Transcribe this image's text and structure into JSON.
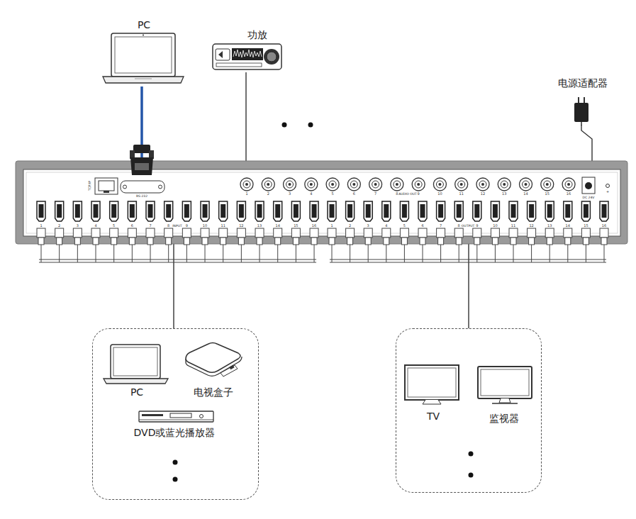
{
  "diagram": {
    "nodes": [
      {
        "text": [
          "PC"
        ]
      },
      {
        "text": [
          "功放"
        ]
      },
      {
        "text": [
          "电源适配器"
        ]
      },
      {
        "text": [
          "TCP/IP",
          "RS-232",
          "AUDIO OUT",
          "INPUT",
          "OUTPUT",
          "DC 24V"
        ]
      },
      {
        "text": []
      },
      {
        "text": [
          "PC"
        ],
        "in": 4
      },
      {
        "text": [
          "电视盒子"
        ],
        "in": 4
      },
      {
        "text": [
          "DVD或蓝光播放器"
        ],
        "in": 4
      },
      {
        "text": []
      },
      {
        "text": [
          "TV"
        ],
        "in": 8
      },
      {
        "text": [
          "监视器"
        ],
        "in": 8
      }
    ],
    "edges": [
      {
        "from": 0,
        "to": 3,
        "arrow": "none"
      },
      {
        "from": 1,
        "to": 3,
        "arrow": "none"
      },
      {
        "from": 2,
        "to": 3,
        "arrow": "none"
      },
      {
        "from": 3,
        "to": 4,
        "arrow": "none"
      },
      {
        "from": 3,
        "to": 8,
        "arrow": "none"
      }
    ],
    "labels": [
      "1",
      "2",
      "3",
      "4",
      "5",
      "6",
      "7",
      "8",
      "9",
      "10",
      "11",
      "12",
      "13",
      "14",
      "15",
      "16",
      "1",
      "2",
      "3",
      "4",
      "5",
      "6",
      "7",
      "8",
      "9",
      "10",
      "11",
      "12",
      "13",
      "14",
      "15",
      "16",
      "1",
      "2",
      "3",
      "4",
      "5",
      "6",
      "7",
      "8",
      "9",
      "10",
      "11",
      "12",
      "13",
      "14",
      "15",
      "16",
      "+"
    ]
  }
}
